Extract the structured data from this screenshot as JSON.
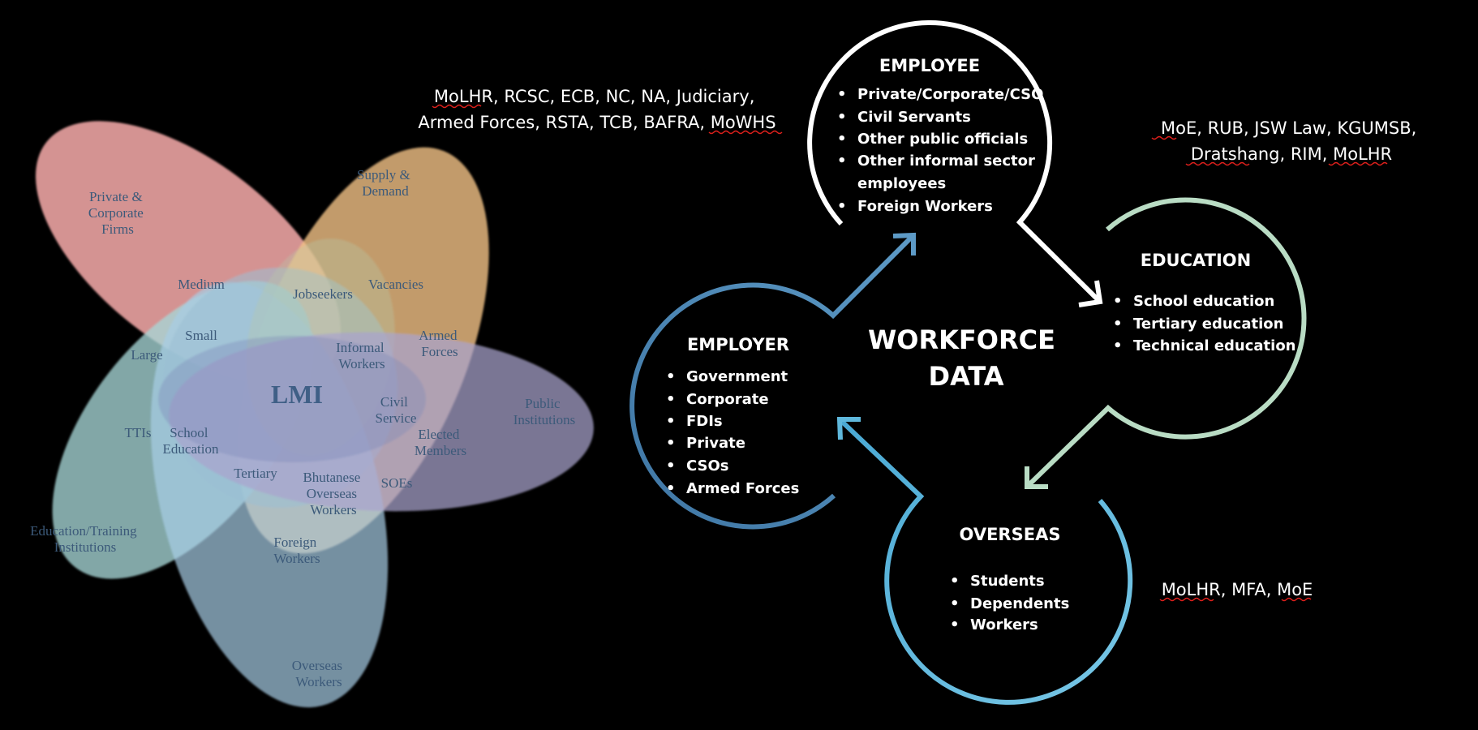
{
  "venn": {
    "center": "LMI",
    "labels": {
      "private_corporate": [
        "Private &",
        "Corporate",
        "Firms"
      ],
      "supply_demand": [
        "Supply &",
        "Demand"
      ],
      "medium": "Medium",
      "jobseekers": "Jobseekers",
      "vacancies": "Vacancies",
      "small": "Small",
      "large": "Large",
      "informal": [
        "Informal",
        "Workers"
      ],
      "armed_forces": [
        "Armed",
        "Forces"
      ],
      "public_institutions": [
        "Public",
        "Institutions"
      ],
      "civil_service": [
        "Civil",
        "Service"
      ],
      "elected_members": [
        "Elected",
        "Members"
      ],
      "ttis": "TTIs",
      "school_education": [
        "School",
        "Education"
      ],
      "tertiary": "Tertiary",
      "bhutanese_overseas": [
        "Bhutanese",
        "Overseas",
        "Workers"
      ],
      "soes": "SOEs",
      "edu_training": [
        "Education/Training",
        "Institutions"
      ],
      "foreign_workers": [
        "Foreign",
        "Workers"
      ],
      "overseas_workers": [
        "Overseas",
        "Workers"
      ]
    }
  },
  "cycle": {
    "center_title": [
      "WORKFORCE",
      "DATA"
    ],
    "employee": {
      "title": "EMPLOYEE",
      "items": [
        "Private/Corporate/CSO",
        "Civil Servants",
        "Other public officials",
        "Other informal sector",
        "employees",
        "Foreign Workers"
      ]
    },
    "education": {
      "title": "EDUCATION",
      "items": [
        "School education",
        "Tertiary education",
        "Technical education"
      ]
    },
    "employer": {
      "title": "EMPLOYER",
      "items": [
        "Government",
        "Corporate",
        "FDIs",
        "Private",
        "CSOs",
        "Armed Forces"
      ]
    },
    "overseas": {
      "title": "OVERSEAS",
      "items": [
        "Students",
        "Dependents",
        "Workers"
      ]
    },
    "colors": {
      "employee": "#ffffff",
      "education": "#b9dcc4",
      "overseas": "#5fb8dc",
      "employer": "#4f86b0"
    }
  },
  "agencies": {
    "employee": [
      "MoLHR, RCSC, ECB, NC, NA, Judiciary,",
      "Armed Forces, RSTA, TCB, BAFRA, MoWHS"
    ],
    "education": [
      "MoE, RUB, JSW Law, KGUMSB,",
      "Dratshang, RIM, MoLHR"
    ],
    "overseas": "MoLHR, MFA, MoE"
  }
}
